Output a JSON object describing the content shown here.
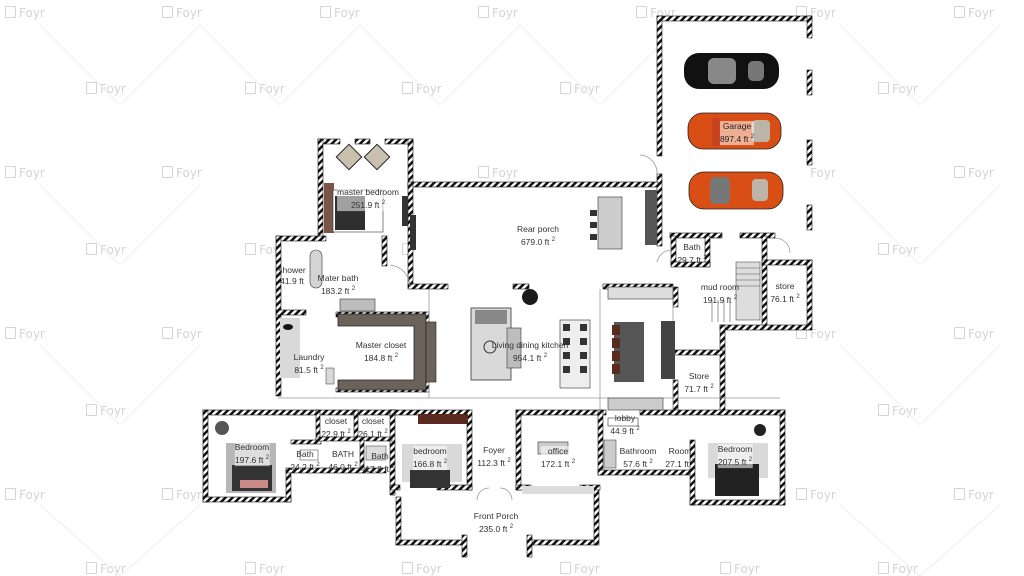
{
  "app": {
    "watermark": "Foyr"
  },
  "plan": {
    "unit": "ft",
    "rooms": [
      {
        "id": "master-bedroom",
        "name": "master bedroom",
        "area": "251.9"
      },
      {
        "id": "shower",
        "name": "shower",
        "area": "41.9"
      },
      {
        "id": "master-bath",
        "name": "Mater bath",
        "area": "183.2"
      },
      {
        "id": "laundry",
        "name": "Laundry",
        "area": "81.5"
      },
      {
        "id": "master-closet",
        "name": "Master closet",
        "area": "184.8"
      },
      {
        "id": "rear-porch",
        "name": "Rear porch",
        "area": "679.0"
      },
      {
        "id": "living-dining-kitchen",
        "name": "Living dining kitchen",
        "area": "954.1"
      },
      {
        "id": "garage",
        "name": "Garage",
        "area": "897.4"
      },
      {
        "id": "bath-upper",
        "name": "Bath",
        "area": "29.7"
      },
      {
        "id": "mud-room",
        "name": "mud room",
        "area": "191.9"
      },
      {
        "id": "store-right",
        "name": "store",
        "area": "76.1"
      },
      {
        "id": "store-mid",
        "name": "Store",
        "area": "71.7"
      },
      {
        "id": "lobby",
        "name": "lobby",
        "area": "44.9"
      },
      {
        "id": "bedroom-left",
        "name": "Bedroom",
        "area": "197.6"
      },
      {
        "id": "closet-1",
        "name": "closet",
        "area": "22.9"
      },
      {
        "id": "closet-2",
        "name": "closet",
        "area": "26.1"
      },
      {
        "id": "bath-left",
        "name": "Bath",
        "area": "24.2"
      },
      {
        "id": "bath-center",
        "name": "BATH",
        "area": "46.0"
      },
      {
        "id": "bath-right",
        "name": "Bath",
        "area": "17.8"
      },
      {
        "id": "bedroom-mid",
        "name": "bedroom",
        "area": "166.8"
      },
      {
        "id": "foyer",
        "name": "Foyer",
        "area": "112.3"
      },
      {
        "id": "office",
        "name": "office",
        "area": "172.1"
      },
      {
        "id": "bathroom",
        "name": "Bathroom",
        "area": "57.6"
      },
      {
        "id": "room",
        "name": "Room",
        "area": "27.1"
      },
      {
        "id": "bedroom-right",
        "name": "Bedroom",
        "area": "207.5"
      },
      {
        "id": "front-porch",
        "name": "Front Porch",
        "area": "235.0"
      }
    ],
    "vehicles": [
      {
        "id": "car-1",
        "color": "#111111"
      },
      {
        "id": "car-2",
        "color": "#d94e14"
      },
      {
        "id": "car-3",
        "color": "#d94e14"
      }
    ]
  }
}
